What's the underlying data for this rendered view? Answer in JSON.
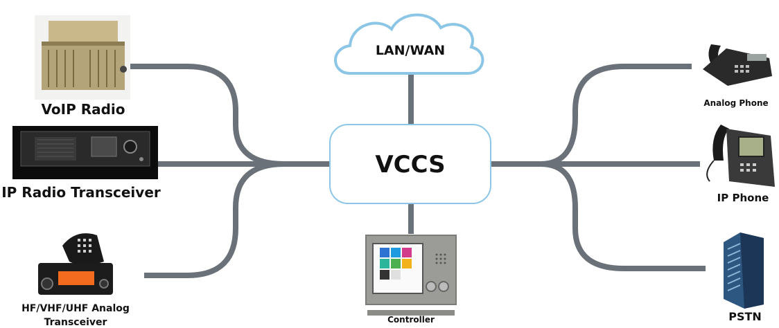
{
  "center": {
    "label": "VCCS"
  },
  "cloud": {
    "label": "LAN/WAN"
  },
  "devices": {
    "voip_radio": "VoIP Radio",
    "ip_radio_transceiver": "IP Radio Transceiver",
    "analog_transceiver_line1": "HF/VHF/UHF Analog",
    "analog_transceiver_line2": "Transceiver",
    "controller": "Controller",
    "analog_phone": "Analog Phone",
    "ip_phone": "IP Phone",
    "pstn": "PSTN"
  },
  "colors": {
    "connector": "#6b7178",
    "node_border": "#8cc6e6",
    "node_fill": "#ffffff"
  }
}
